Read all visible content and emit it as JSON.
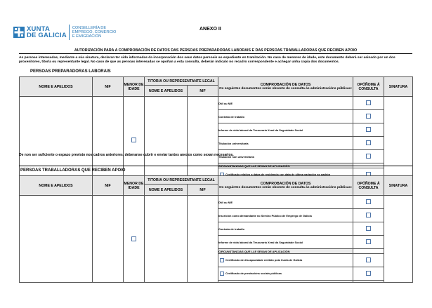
{
  "header": {
    "logo_line1": "XUNTA",
    "logo_line2": "DE GALICIA",
    "dept_line1": "CONSELLERÍA DE",
    "dept_line2": "EMPREGO, COMERCIO",
    "dept_line3": "E EMIGRACIÓN",
    "anexo": "ANEXO II",
    "colors": {
      "brand": "#2a7ab8",
      "checkbox": "#4d73a6",
      "header_fill": "#e7e7e7"
    }
  },
  "title": "AUTORIZACIÓN PARA A COMPROBACIÓN DE DATOS DAS PERSOAS PREPARADORAS LABORAIS E DAS PERSOAS TRABALLADORAS QUE RECIBEN APOIO",
  "intro": "As persoas interesadas, mediante a súa sinatura, declaran ter sido informadas da incorporación dos seus datos persoais ao expediente en tramitación. No caso de menores de idade, este documento deberá ser asinado por un dos proxenitores, titor/a ou representante legal. No caso de que as persoas interesadas se opoñan a esta consulta, deberán indicalo no recadro correspondente e achegar unha copia dos documentos.",
  "columns": {
    "nome": "NOME E APELIDOS",
    "nif": "NIF",
    "menor": "MENOR DE IDADE",
    "titor": "TITOR/A OU REPRESENTANTE LEGAL",
    "titor_nome": "NOME E APELIDOS",
    "titor_nif": "NIF",
    "comprobacion": "COMPROBACIÓN DE DATOS",
    "comprobacion_sub": "Os seguintes documentos serán obxecto de consulta ás administracións públicas:",
    "opoñome": "OPÓÑOME Á CONSULTA",
    "sinatura": "SINATURA"
  },
  "section1": {
    "title": "PERSOAS PREPARADORAS LABORAIS",
    "items": [
      "DNI ou NIE",
      "Contrato de traballo",
      "Informe de vida laboral da Tesouraría Xeral da Seguridade Social",
      "Titulación universitaria",
      "Titulación non universitaria"
    ],
    "circ_title": "CIRCUNSTANCIAS QUE LLE SEXAN DE APLICACIÓN",
    "circ_items": [
      "Certificado relativo a datas de residencia con data de última variación no padrón"
    ]
  },
  "note": "De non ser suficiente o espazo previsto nos cadros anteriores, deberanse cubrir e enviar tantos anexos como sexan necesarios.",
  "section2": {
    "title": "PERSOAS TRABALLADORAS QUE RECIBEN APOIO",
    "items": [
      "DNI ou NIE",
      "Inscrición como demandante no Servizo Público de Emprego de Galicia",
      "Contrato de traballo",
      "Informe de vida laboral da Tesouraría Xeral da Seguridade Social"
    ],
    "circ_title": "CIRCUNSTANCIAS QUE LLE SEXAN DE APLICACIÓN",
    "circ_items": [
      "Certificado de discapacidade emitido pola Xunta de Galicia",
      "Certificado de prestacións sociais públicas"
    ]
  }
}
